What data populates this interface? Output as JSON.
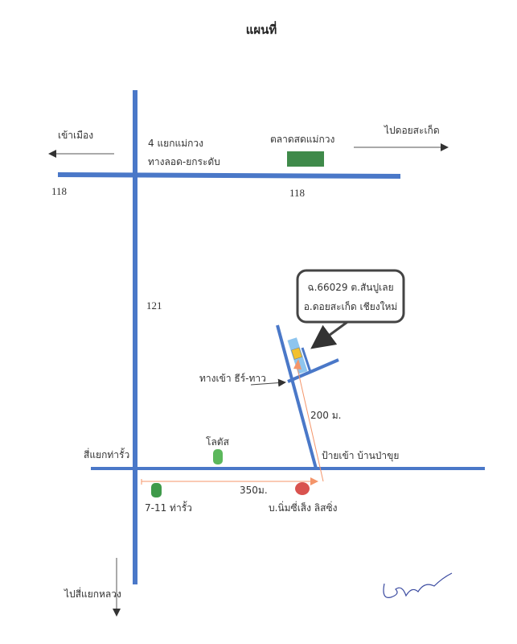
{
  "title": "แผนที่",
  "labels": {
    "to_city": "เข้าเมือง",
    "to_doi_saket": "ไปดอยสะเก็ด",
    "junction_mae_kuang": "4 แยกแม่กวง",
    "overpass": "ทางลอด-ยกระดับ",
    "market": "ตลาดสดแม่กวง",
    "road_118_left": "118",
    "road_118_mid": "118",
    "road_121": "121",
    "address_line1": "ฉ.66029  ต.สันปูเลย",
    "address_line2": "อ.ดอยสะเก็ด เชียงใหม่",
    "entrance": "ทางเข้า ธีร์-ทาว",
    "distance_200": "200 ม.",
    "sign_ban_pa_chui": "ป้ายเข้า บ้านป่าขุย",
    "junction_tha_rua": "สี่แยกท่ารั้ว",
    "lotus": "โลตัส",
    "seven_eleven": "7-11 ท่ารั้ว",
    "distance_350": "350ม.",
    "nim_see_seng": "บ.นิ่มซี่เส็ง ลิสซิ่ง",
    "to_luang_junction": "ไปสี่แยกหลวง"
  },
  "colors": {
    "road": "#4a78c8",
    "market": "#3f8a4a",
    "landmark_green": "#5cb85c",
    "landmark_red": "#d9534f",
    "route": "#f4956a",
    "building": "#8ec5ee",
    "house": "#f2c12e"
  }
}
